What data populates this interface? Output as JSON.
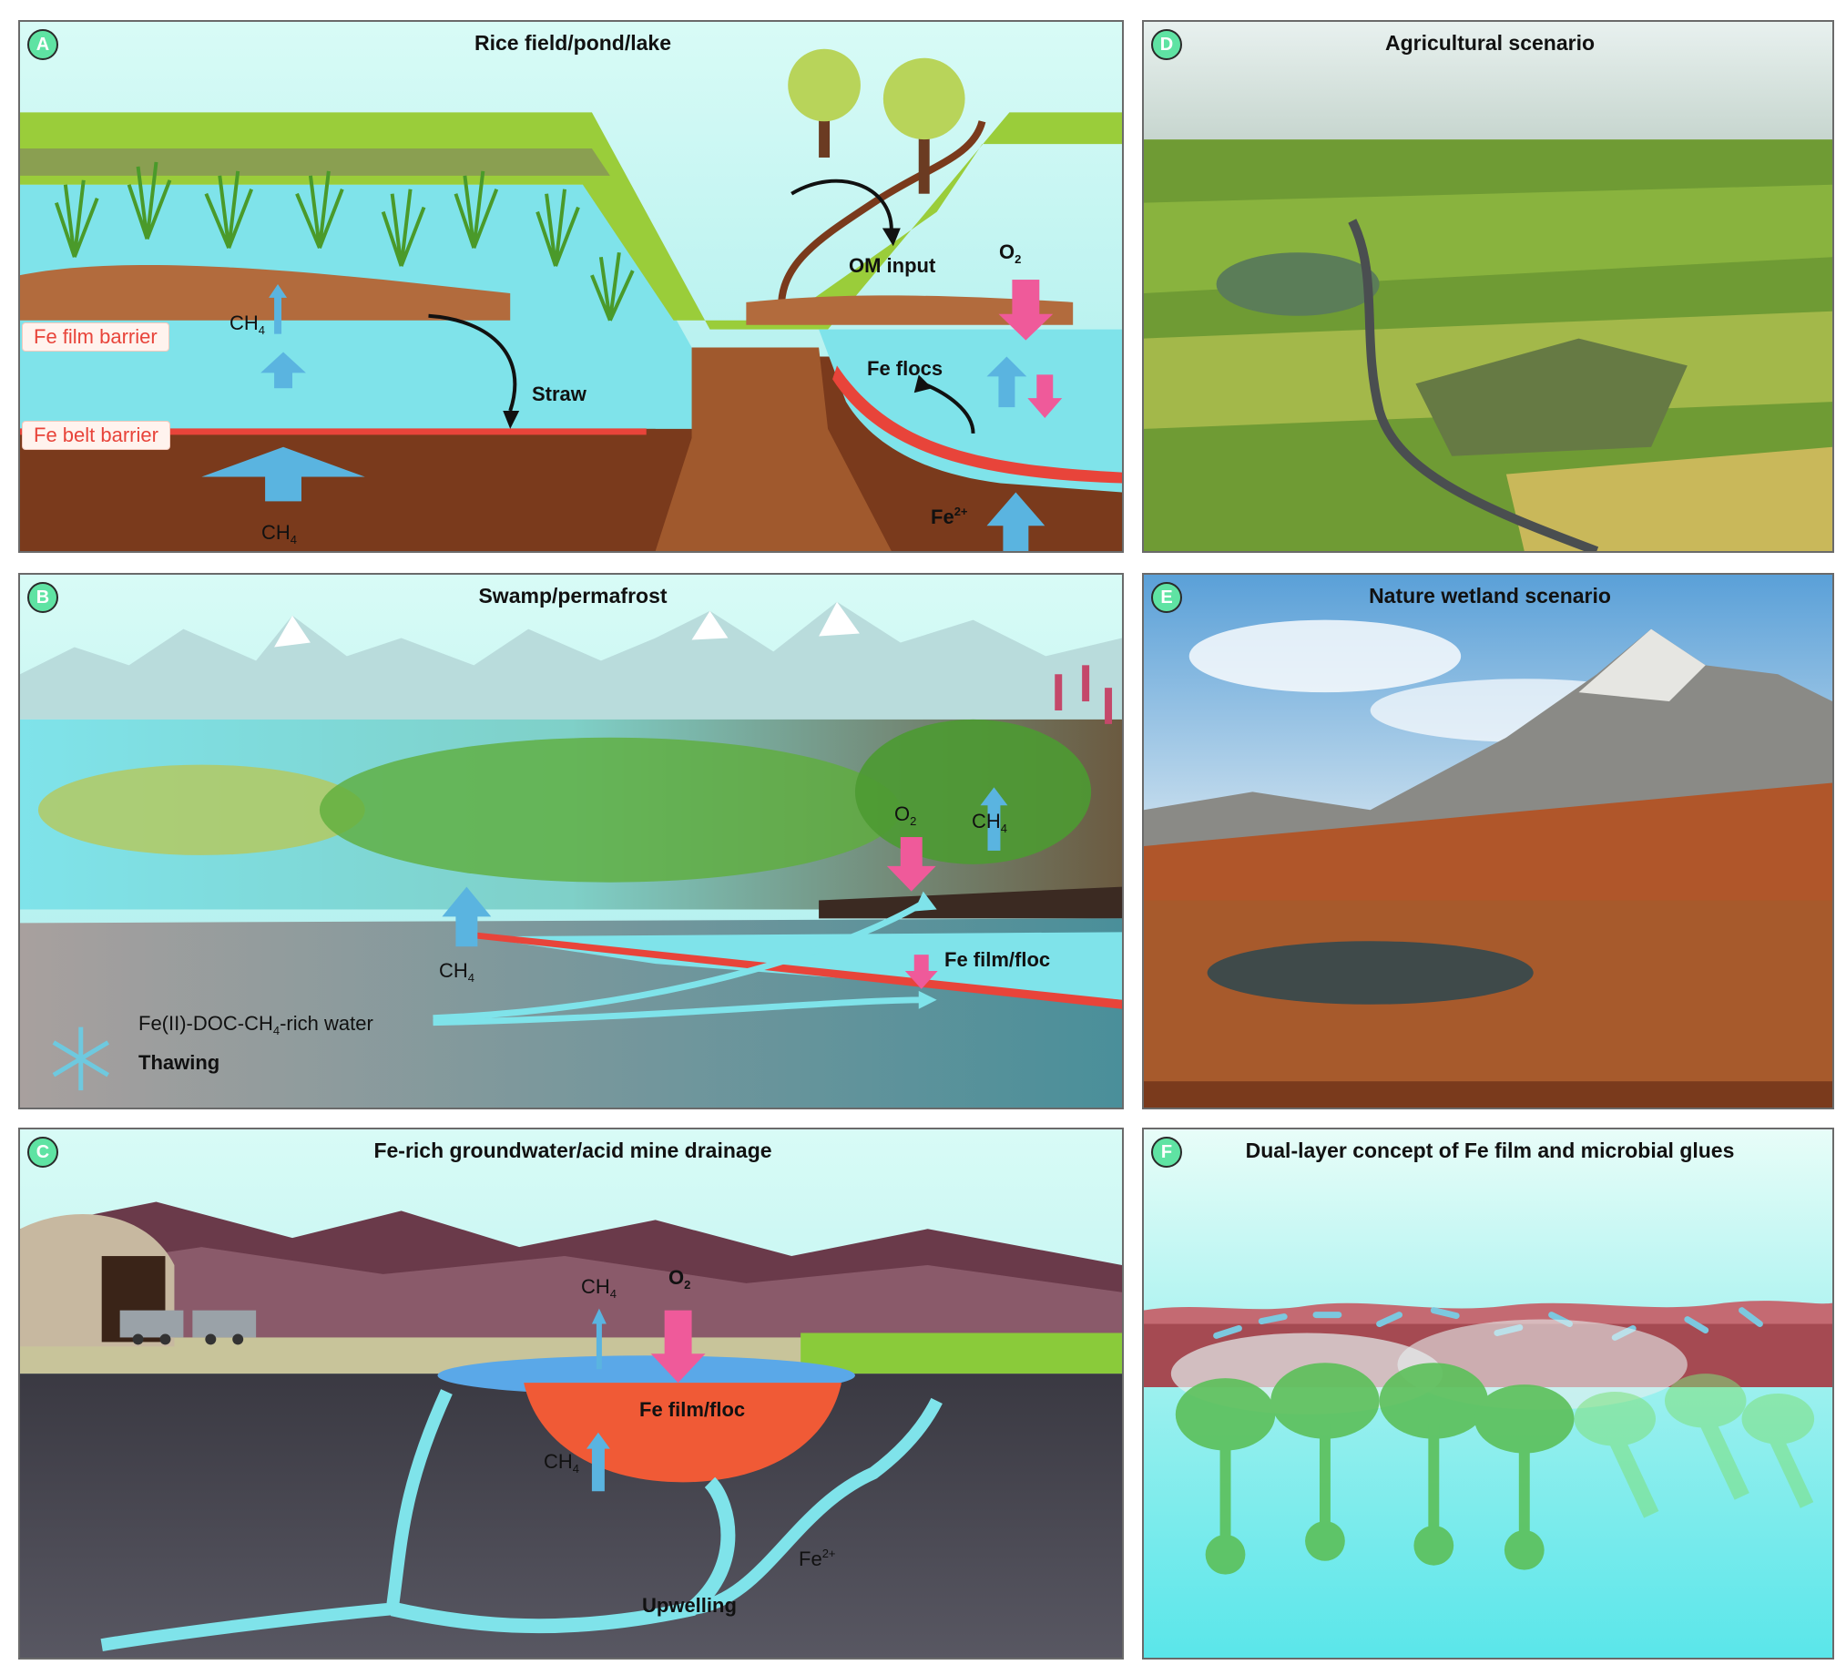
{
  "panels": {
    "A": {
      "badge": "A",
      "title": "Rice field/pond/lake",
      "fe_film_barrier": "Fe film barrier",
      "fe_belt_barrier": "Fe belt barrier",
      "ch4_small": "CH",
      "ch4_bottom": "CH",
      "straw": "Straw",
      "om_input": "OM input",
      "o2": "O",
      "fe_flocs": "Fe flocs",
      "fe2plus": "Fe",
      "sub4": "4",
      "sub2": "2",
      "sup2plus": "2+"
    },
    "B": {
      "badge": "B",
      "title": "Swamp/permafrost",
      "o2": "O",
      "ch4_right": "CH",
      "ch4_left": "CH",
      "fe_film_floc": "Fe film/floc",
      "water_prefix": "Fe(II)-DOC-CH",
      "water_suffix": "-rich water",
      "thawing": "Thawing",
      "sub4": "4",
      "sub2": "2"
    },
    "C": {
      "badge": "C",
      "title": "Fe-rich groundwater/acid mine drainage",
      "ch4_top": "CH",
      "o2": "O",
      "fe_film_floc": "Fe film/floc",
      "ch4_bottom": "CH",
      "fe2plus": "Fe",
      "upwelling": "Upwelling",
      "sub4": "4",
      "sub2": "2",
      "sup2plus": "2+"
    },
    "D": {
      "badge": "D",
      "title": "Agricultural scenario"
    },
    "E": {
      "badge": "E",
      "title": "Nature wetland scenario"
    },
    "F": {
      "badge": "F",
      "title": "Dual-layer concept of Fe film and microbial glues"
    }
  },
  "colors": {
    "badge": "#5fe3a3",
    "water": "#7fe3ea",
    "sky": "#b8f0f0",
    "soil": "#7a3a1c",
    "grass": "#9acd3a",
    "fe_red": "#e8443a",
    "ch4_arrow": "#5ab4e0",
    "o2_arrow": "#ef5a9a"
  },
  "icons": [
    "snowflake-icon",
    "tree-icon",
    "rice-plant-icon",
    "mine-entrance-icon",
    "mine-cart-icon",
    "cattail-icon",
    "microbe-icon"
  ]
}
